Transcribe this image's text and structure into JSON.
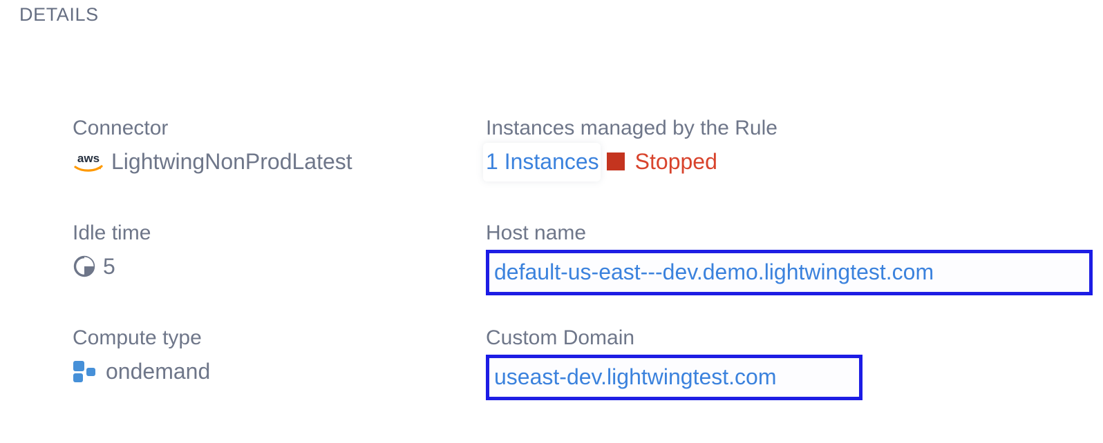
{
  "section": {
    "title": "DETAILS"
  },
  "fields": {
    "connector": {
      "label": "Connector",
      "value": "LightwingNonProdLatest",
      "icon": "aws-logo-icon"
    },
    "instances": {
      "label": "Instances managed by the Rule",
      "count_label": "1 Instances",
      "status": "Stopped",
      "status_icon": "stopped-square-icon",
      "status_color": "#d8432c",
      "link_color": "#3b82dd"
    },
    "idle_time": {
      "label": "Idle time",
      "value": "5",
      "icon": "clock-pie-icon"
    },
    "host_name": {
      "label": "Host name",
      "value": "default-us-east---dev.demo.lightwingtest.com",
      "highlight_color": "#1a1ae8"
    },
    "compute_type": {
      "label": "Compute type",
      "value": "ondemand",
      "icon": "compute-blocks-icon"
    },
    "custom_domain": {
      "label": "Custom Domain",
      "value": "useast-dev.lightwingtest.com",
      "highlight_color": "#1a1ae8"
    }
  }
}
